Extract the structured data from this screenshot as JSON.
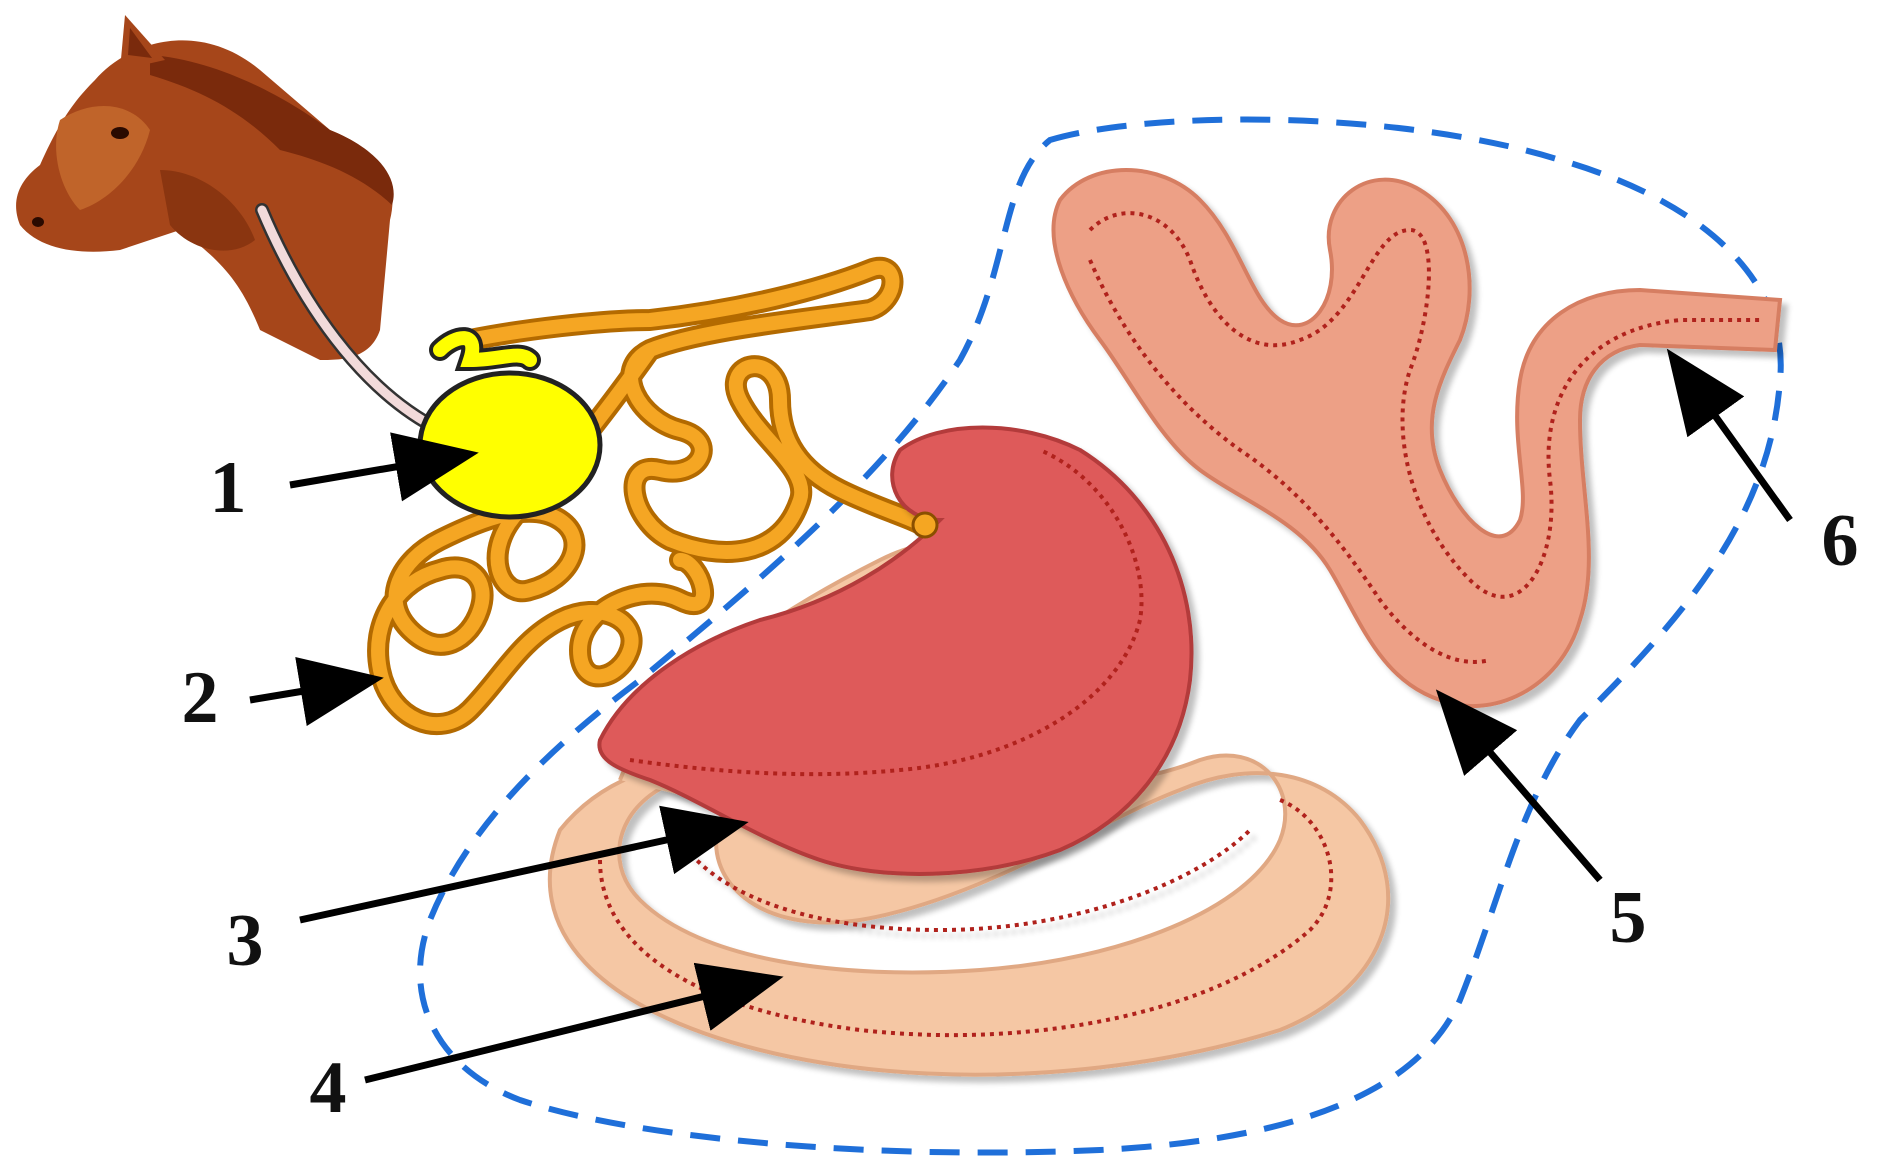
{
  "labels": [
    {
      "id": "1",
      "text": "1"
    },
    {
      "id": "2",
      "text": "2"
    },
    {
      "id": "3",
      "text": "3"
    },
    {
      "id": "4",
      "text": "4"
    },
    {
      "id": "5",
      "text": "5"
    },
    {
      "id": "6",
      "text": "6"
    }
  ],
  "colors": {
    "horse_dark": "#7a2a0c",
    "horse_mid": "#a6461a",
    "horse_light": "#c0642a",
    "stomach": "#ffff00",
    "small_intestine": "#f5a623",
    "small_intestine_edge": "#d98a0c",
    "cecum": "#de5a5a",
    "cecum_edge": "#b33a3a",
    "large_colon": "#f5c7a4",
    "large_colon_edge": "#e0a883",
    "small_colon": "#eda086",
    "small_colon_edge": "#d67e62",
    "dotted_line": "#b0201e",
    "hindgut_outline": "#1f6fd9",
    "arrow": "#000000"
  },
  "icons": {
    "horse_head": "horse-head-icon"
  }
}
